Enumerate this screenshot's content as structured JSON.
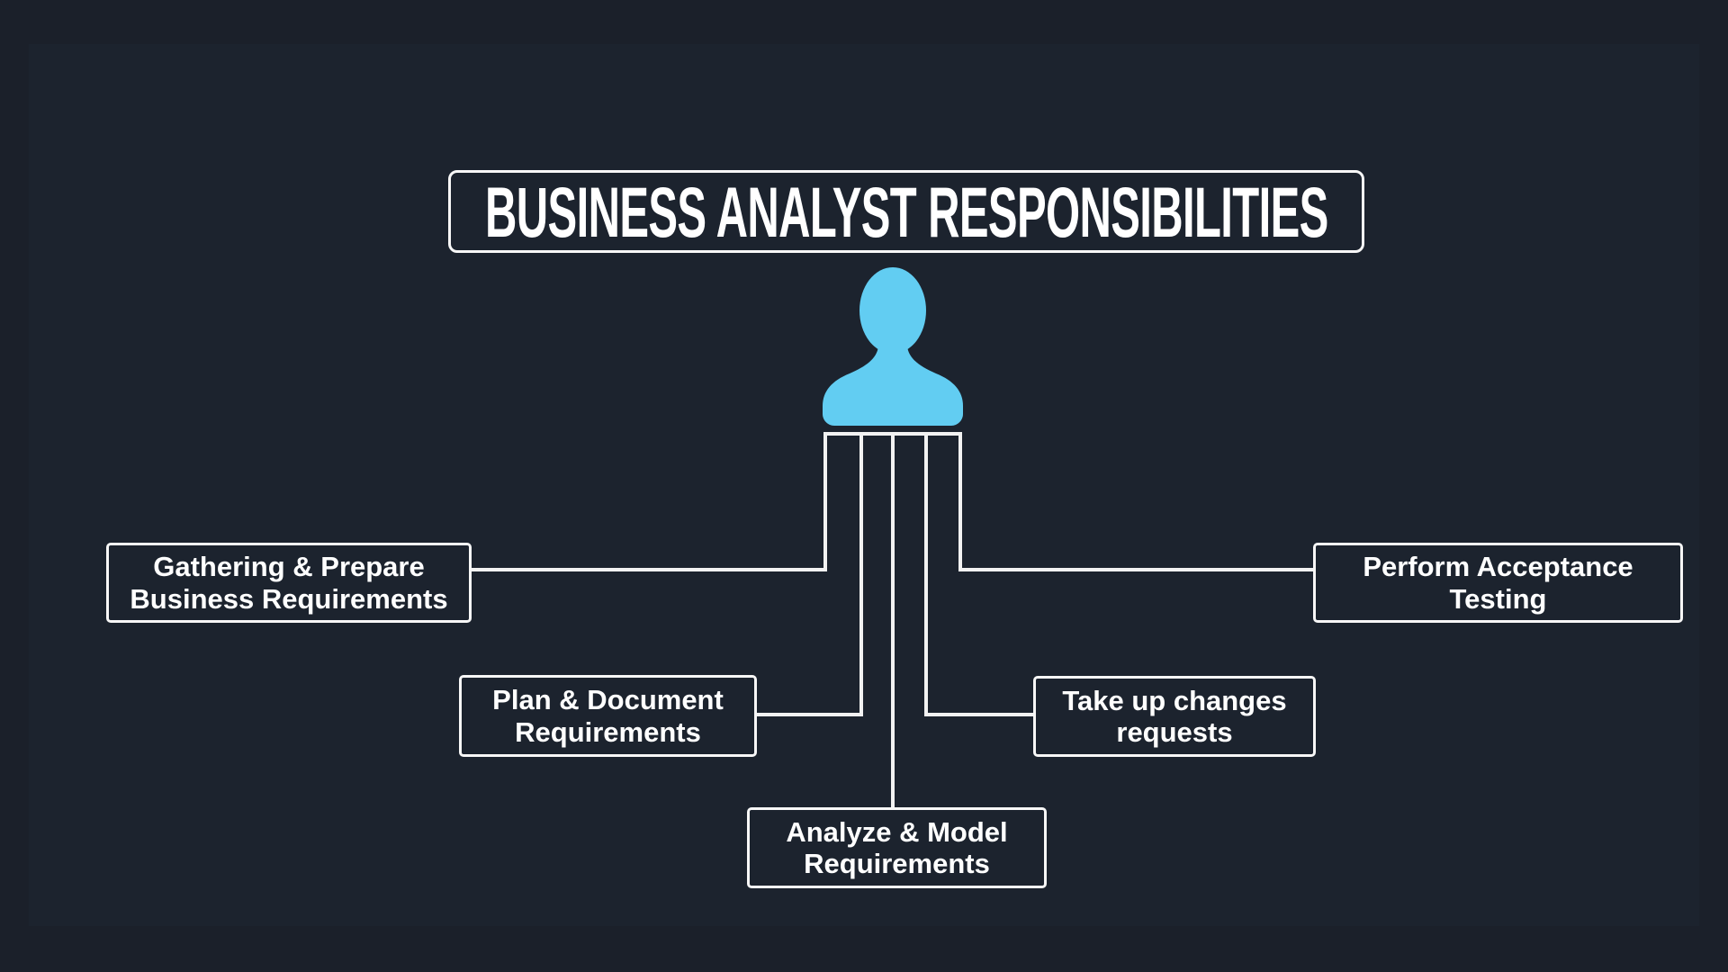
{
  "colors": {
    "background_outer": "#1b202a",
    "background_canvas": "#1c232e",
    "line": "#f2f2f2",
    "box_border": "#f7f7f7",
    "text": "#ffffff",
    "icon": "#62cdf2"
  },
  "title": "BUSINESS ANALYST RESPONSIBILITIES",
  "icon": {
    "name": "person-icon"
  },
  "nodes": [
    {
      "id": "gathering",
      "label": "Gathering & Prepare\nBusiness Requirements"
    },
    {
      "id": "plan",
      "label": "Plan & Document\nRequirements"
    },
    {
      "id": "analyze",
      "label": "Analyze & Model\nRequirements"
    },
    {
      "id": "changes",
      "label": "Take up changes\nrequests"
    },
    {
      "id": "acceptance",
      "label": "Perform Acceptance\nTesting"
    }
  ]
}
